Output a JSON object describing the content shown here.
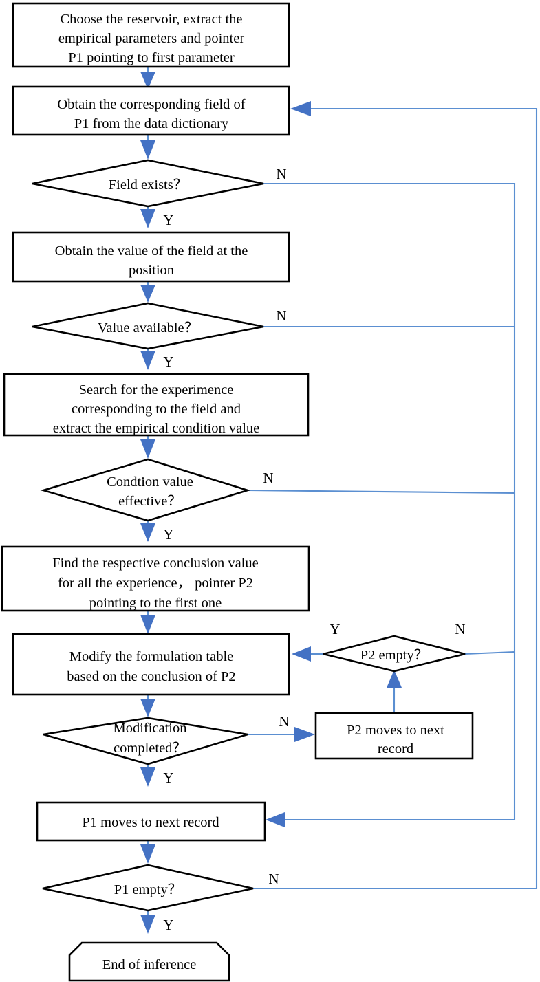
{
  "diagram": {
    "type": "flowchart",
    "title": "Inference process flowchart",
    "colors": {
      "connector": "#5B8FD1",
      "arrowhead": "#4472C4",
      "node_border": "#000000",
      "node_fill": "#ffffff",
      "text": "#000000"
    },
    "nodes": [
      {
        "id": "n1",
        "shape": "process",
        "lines": [
          "Choose the reservoir, extract the",
          "empirical parameters and pointer",
          "P1 pointing to first parameter"
        ]
      },
      {
        "id": "n2",
        "shape": "process",
        "lines": [
          "Obtain the corresponding field of",
          "P1 from the data dictionary"
        ]
      },
      {
        "id": "d1",
        "shape": "decision",
        "lines": [
          "Field exists？"
        ]
      },
      {
        "id": "n3",
        "shape": "process",
        "lines": [
          "Obtain the value of the field at the",
          "position"
        ]
      },
      {
        "id": "d2",
        "shape": "decision",
        "lines": [
          "Value available？"
        ]
      },
      {
        "id": "n4",
        "shape": "process",
        "lines": [
          "Search for the experimence",
          "corresponding to the field and",
          "extract the empirical condition value"
        ]
      },
      {
        "id": "d3",
        "shape": "decision",
        "lines": [
          "Condtion value",
          "effective？"
        ]
      },
      {
        "id": "n5",
        "shape": "process",
        "lines": [
          "Find the respective conclusion value",
          "for all the experience，  pointer P2",
          "pointing to the first one"
        ]
      },
      {
        "id": "n6",
        "shape": "process",
        "lines": [
          "Modify the formulation table",
          "based on the conclusion of P2"
        ]
      },
      {
        "id": "d4",
        "shape": "decision",
        "lines": [
          "P2 empty？"
        ]
      },
      {
        "id": "d5",
        "shape": "decision",
        "lines": [
          "Modification",
          "completed？"
        ]
      },
      {
        "id": "n7",
        "shape": "process",
        "lines": [
          "P2 moves to next",
          "record"
        ]
      },
      {
        "id": "n8",
        "shape": "process",
        "lines": [
          "P1 moves to next record"
        ]
      },
      {
        "id": "d6",
        "shape": "decision",
        "lines": [
          "P1 empty？"
        ]
      },
      {
        "id": "n9",
        "shape": "terminal",
        "lines": [
          "End of inference"
        ]
      }
    ],
    "edge_labels": {
      "d1_n": "N",
      "d1_y": "Y",
      "d2_n": "N",
      "d2_y": "Y",
      "d3_n": "N",
      "d3_y": "Y",
      "d4_n": "N",
      "d4_y": "Y",
      "d5_n": "N",
      "d5_y": "Y",
      "d6_n": "N",
      "d6_y": "Y"
    },
    "edges": [
      {
        "from": "n1",
        "to": "n2",
        "label": ""
      },
      {
        "from": "n2",
        "to": "d1",
        "label": ""
      },
      {
        "from": "d1",
        "to": "n3",
        "label": "Y"
      },
      {
        "from": "d1",
        "to": "n8",
        "label": "N"
      },
      {
        "from": "n3",
        "to": "d2",
        "label": ""
      },
      {
        "from": "d2",
        "to": "n4",
        "label": "Y"
      },
      {
        "from": "d2",
        "to": "n8",
        "label": "N"
      },
      {
        "from": "n4",
        "to": "d3",
        "label": ""
      },
      {
        "from": "d3",
        "to": "n5",
        "label": "Y"
      },
      {
        "from": "d3",
        "to": "n8",
        "label": "N"
      },
      {
        "from": "n5",
        "to": "n6",
        "label": ""
      },
      {
        "from": "n6",
        "to": "d5",
        "label": ""
      },
      {
        "from": "d4",
        "to": "n6",
        "label": "Y"
      },
      {
        "from": "d4",
        "to": "n8",
        "label": "N"
      },
      {
        "from": "d5",
        "to": "n8",
        "label": "Y"
      },
      {
        "from": "d5",
        "to": "n7",
        "label": "N"
      },
      {
        "from": "n7",
        "to": "d4",
        "label": ""
      },
      {
        "from": "n8",
        "to": "d6",
        "label": ""
      },
      {
        "from": "d6",
        "to": "n9",
        "label": "Y"
      },
      {
        "from": "d6",
        "to": "n2",
        "label": "N"
      }
    ]
  }
}
